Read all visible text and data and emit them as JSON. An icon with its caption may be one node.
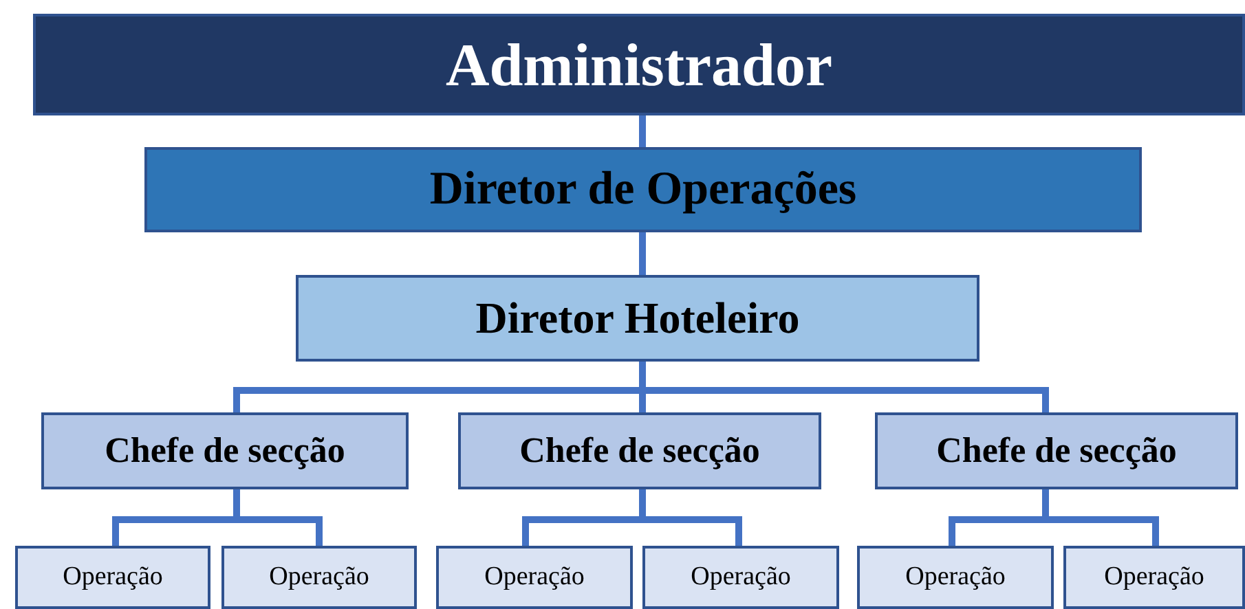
{
  "diagram": {
    "nodes": [
      {
        "text": [
          "Administrador"
        ]
      },
      {
        "text": [
          "Diretor de Operações"
        ]
      },
      {
        "text": [
          "Diretor Hoteleiro"
        ]
      },
      {
        "text": [
          "Chefe de secção"
        ]
      },
      {
        "text": [
          "Chefe de secção"
        ]
      },
      {
        "text": [
          "Chefe de secção"
        ]
      },
      {
        "text": [
          "Operação"
        ]
      },
      {
        "text": [
          "Operação"
        ]
      },
      {
        "text": [
          "Operação"
        ]
      },
      {
        "text": [
          "Operação"
        ]
      },
      {
        "text": [
          "Operação"
        ]
      },
      {
        "text": [
          "Operação"
        ]
      }
    ],
    "edges": [
      {
        "from": 0,
        "to": 1,
        "arrow": "none"
      },
      {
        "from": 1,
        "to": 2,
        "arrow": "none"
      },
      {
        "from": 2,
        "to": 3,
        "arrow": "none"
      },
      {
        "from": 2,
        "to": 4,
        "arrow": "none"
      },
      {
        "from": 2,
        "to": 5,
        "arrow": "none"
      },
      {
        "from": 3,
        "to": 6,
        "arrow": "none"
      },
      {
        "from": 3,
        "to": 7,
        "arrow": "none"
      },
      {
        "from": 4,
        "to": 8,
        "arrow": "none"
      },
      {
        "from": 4,
        "to": 9,
        "arrow": "none"
      },
      {
        "from": 5,
        "to": 10,
        "arrow": "none"
      },
      {
        "from": 5,
        "to": 11,
        "arrow": "none"
      }
    ]
  }
}
